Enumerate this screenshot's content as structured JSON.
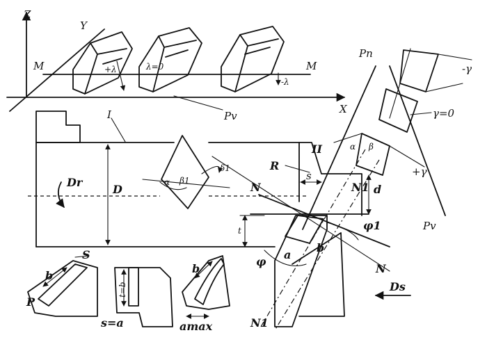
{
  "axes": {
    "z": "Z",
    "y": "Y",
    "x": "X"
  },
  "plane_labels": {
    "m_left": "M",
    "m_right": "M",
    "pv_top": "Pv",
    "pn": "Pn",
    "pv_right": "Pv"
  },
  "lambda_labels": {
    "plus": "+λ",
    "zero": "λ=0",
    "minus": "-λ"
  },
  "gamma_labels": {
    "minus": "-γ",
    "zero": "γ=0",
    "plus": "+γ"
  },
  "main_labels": {
    "roman_one": "I",
    "roman_two": "II",
    "r": "R",
    "dr": "Dr",
    "d_diam": "D",
    "s_feed": "s",
    "n1_top": "N1",
    "d_depth": "d",
    "n_left": "N",
    "n_lower": "N",
    "phi1": "φ1",
    "phi": "φ",
    "a_thick": "a",
    "b_small": "b",
    "t_left": "t",
    "n1_bottom": "N1",
    "ds": "Ds",
    "delta1": "δ1",
    "beta1": "β1",
    "alpha_small": "α"
  },
  "small_labels": {
    "s_top": "S",
    "b_left": "b",
    "p": "P",
    "t_eq_b": "t=b",
    "s_eq_a": "s=a",
    "b_right": "b",
    "a_max": "amax"
  },
  "right_section_labels": {
    "alpha": "α",
    "beta": "β"
  }
}
